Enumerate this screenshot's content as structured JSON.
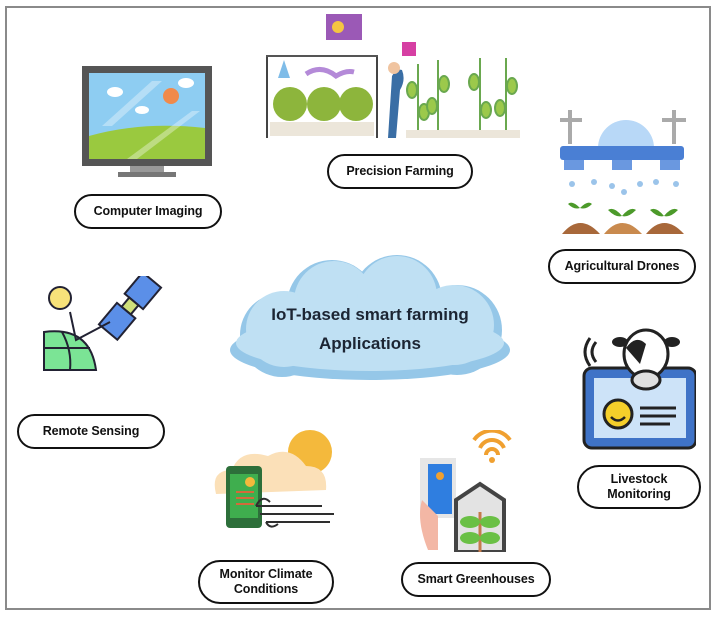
{
  "diagram": {
    "title_line1": "IoT-based smart farming",
    "title_line2": "Applications",
    "nodes": [
      {
        "id": "computer-imaging",
        "label": "Computer Imaging",
        "icon": "monitor-icon"
      },
      {
        "id": "precision-farming",
        "label": "Precision Farming",
        "icon": "greenhouse-farmer-icon"
      },
      {
        "id": "agricultural-drones",
        "label": "Agricultural Drones",
        "icon": "drone-sprinkler-icon"
      },
      {
        "id": "remote-sensing",
        "label": "Remote Sensing",
        "icon": "satellite-globe-icon"
      },
      {
        "id": "livestock-monitoring",
        "label_line1": "Livestock",
        "label_line2": "Monitoring",
        "icon": "cow-tablet-icon"
      },
      {
        "id": "monitor-climate",
        "label_line1": "Monitor Climate",
        "label_line2": "Conditions",
        "icon": "phone-weather-icon"
      },
      {
        "id": "smart-greenhouses",
        "label": "Smart Greenhouses",
        "icon": "phone-greenhouse-wifi-icon"
      }
    ],
    "colors": {
      "cloud": "#b9dcf0",
      "cloud_shadow": "#8fc3e6",
      "pill_border": "#111111",
      "frame_border": "#8a8a8a"
    }
  }
}
